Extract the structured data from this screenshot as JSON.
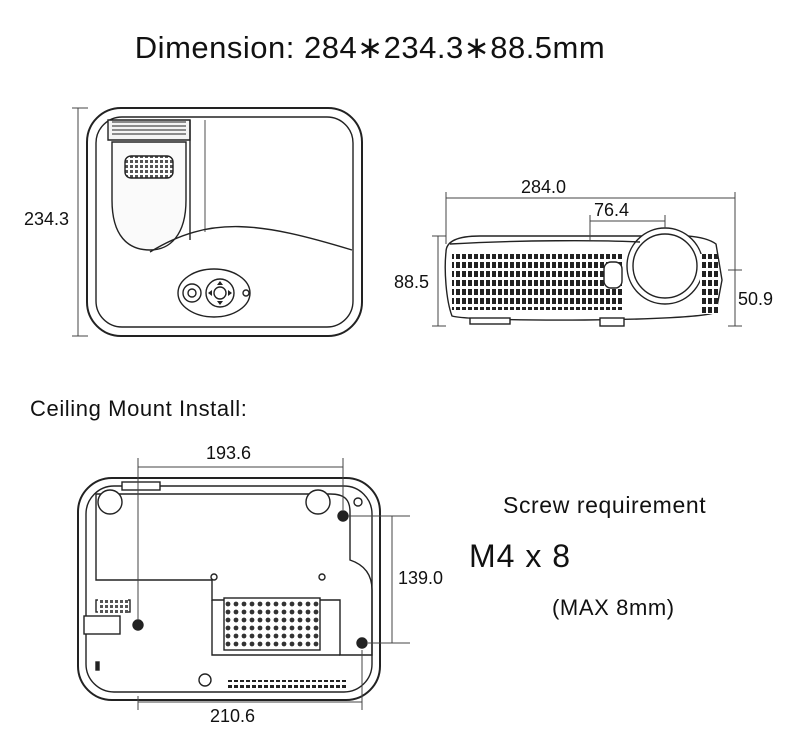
{
  "title": "Dimension:  284∗234.3∗88.5mm",
  "top_view": {
    "height_label": "234.3"
  },
  "side_view": {
    "width_label": "284.0",
    "lens_offset_label": "76.4",
    "height_label": "88.5",
    "lens_height_label": "50.9"
  },
  "section_title": "Ceiling Mount Install:",
  "bottom_view": {
    "top_span_label": "193.6",
    "right_span_label": "139.0",
    "bottom_span_label": "210.6"
  },
  "screw": {
    "title": "Screw requirement",
    "spec": "M4 x 8",
    "max": "(MAX 8mm)"
  }
}
